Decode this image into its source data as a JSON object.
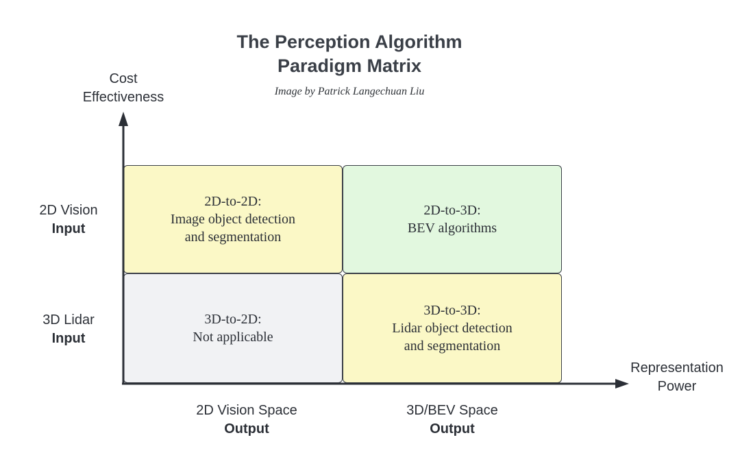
{
  "title": {
    "line1": "The Perception Algorithm",
    "line2": "Paradigm Matrix"
  },
  "subtitle": "Image by Patrick Langechuan Liu",
  "y_axis": {
    "line1": "Cost",
    "line2": "Effectiveness"
  },
  "x_axis": {
    "line1": "Representation",
    "line2": "Power"
  },
  "rows": [
    {
      "line1": "2D Vision",
      "line2": "Input"
    },
    {
      "line1": "3D Lidar",
      "line2": "Input"
    }
  ],
  "columns": [
    {
      "line1": "2D Vision Space",
      "line2": "Output"
    },
    {
      "line1": "3D/BEV Space",
      "line2": "Output"
    }
  ],
  "cells": {
    "top_left": {
      "lines": [
        "2D-to-2D:",
        "Image object detection",
        "and segmentation"
      ],
      "fill": "#fbf8c6"
    },
    "top_right": {
      "lines": [
        "2D-to-3D:",
        "BEV algorithms"
      ],
      "fill": "#e2f8df"
    },
    "bottom_left": {
      "lines": [
        "3D-to-2D:",
        "Not applicable"
      ],
      "fill": "#f1f2f4"
    },
    "bottom_right": {
      "lines": [
        "3D-to-3D:",
        "Lidar object detection",
        "and segmentation"
      ],
      "fill": "#fbf8c6"
    }
  },
  "colors": {
    "axis": "#2b2f36",
    "text": "#2b2f36",
    "border": "#3a3f47"
  }
}
